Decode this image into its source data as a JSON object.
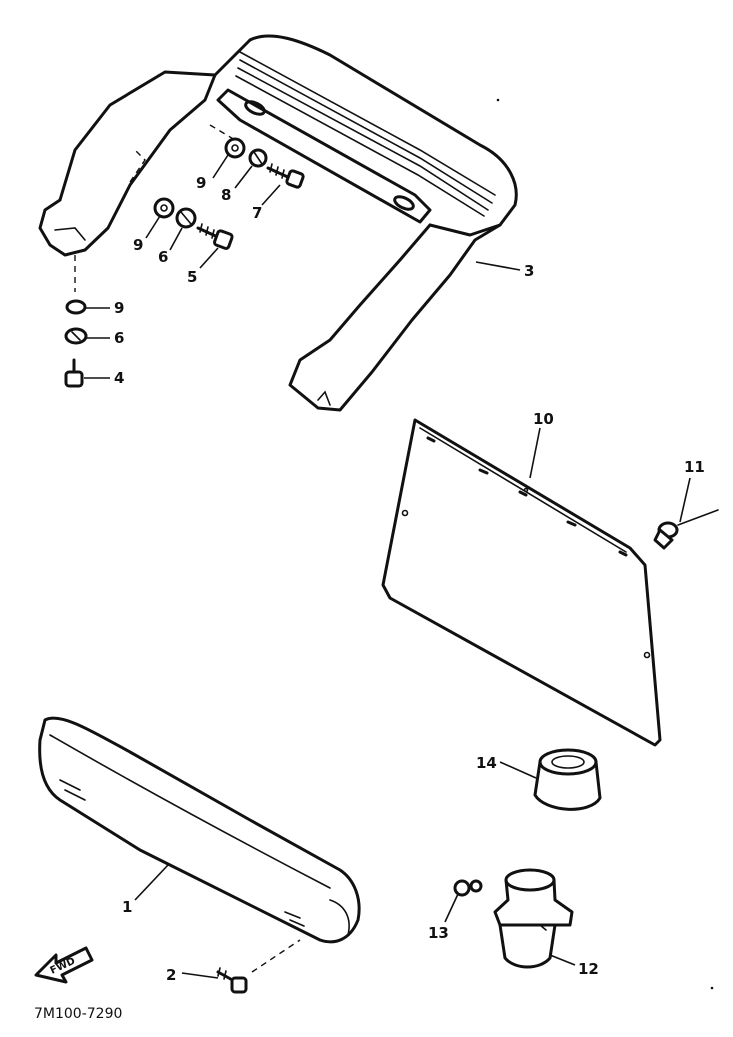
{
  "diagram": {
    "drawing_code": "7M100-7290",
    "fwd_label": "FWD",
    "callouts": [
      "1",
      "2",
      "3",
      "4",
      "5",
      "6",
      "7",
      "8",
      "9",
      "10",
      "11",
      "12",
      "13",
      "14"
    ],
    "callout_labels": {
      "c9a": "9",
      "c8": "8",
      "c7": "7",
      "c9b": "9",
      "c6a": "6",
      "c5": "5",
      "c9c": "9",
      "c6b": "6",
      "c4": "4",
      "c3": "3",
      "c10": "10",
      "c11": "11",
      "c14": "14",
      "c1": "1",
      "c2": "2",
      "c13": "13",
      "c12": "12"
    }
  }
}
